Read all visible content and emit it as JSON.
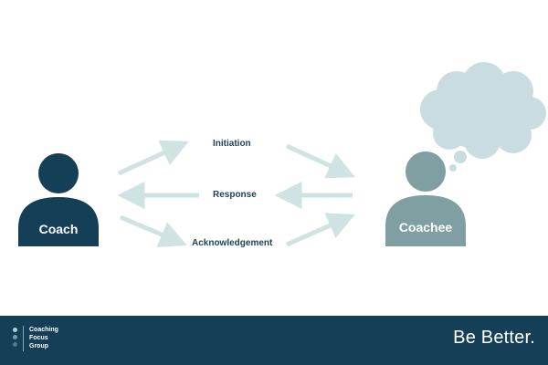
{
  "diagram": {
    "coach_label": "Coach",
    "coachee_label": "Coachee",
    "flows": [
      {
        "label": "Initiation",
        "direction": "coach-to-coachee"
      },
      {
        "label": "Response",
        "direction": "coachee-to-coach"
      },
      {
        "label": "Acknowledgement",
        "direction": "coach-to-coachee"
      }
    ],
    "colors": {
      "coach": "#153f57",
      "coachee": "#7f9fa3",
      "thought_bubble": "#c9dde0",
      "arrow": "#cfe3e3",
      "label_text": "#1f4257"
    },
    "icons": {
      "coach": "person-icon",
      "coachee": "person-icon",
      "thought": "thought-bubble-icon"
    }
  },
  "footer": {
    "logo_lines": [
      "Coaching",
      "Focus",
      "Group"
    ],
    "logo_dot_colors": [
      "#a9d0d6",
      "#6fa0ac",
      "#4d7c8a"
    ],
    "tagline": "Be Better.",
    "background": "#153f57"
  }
}
